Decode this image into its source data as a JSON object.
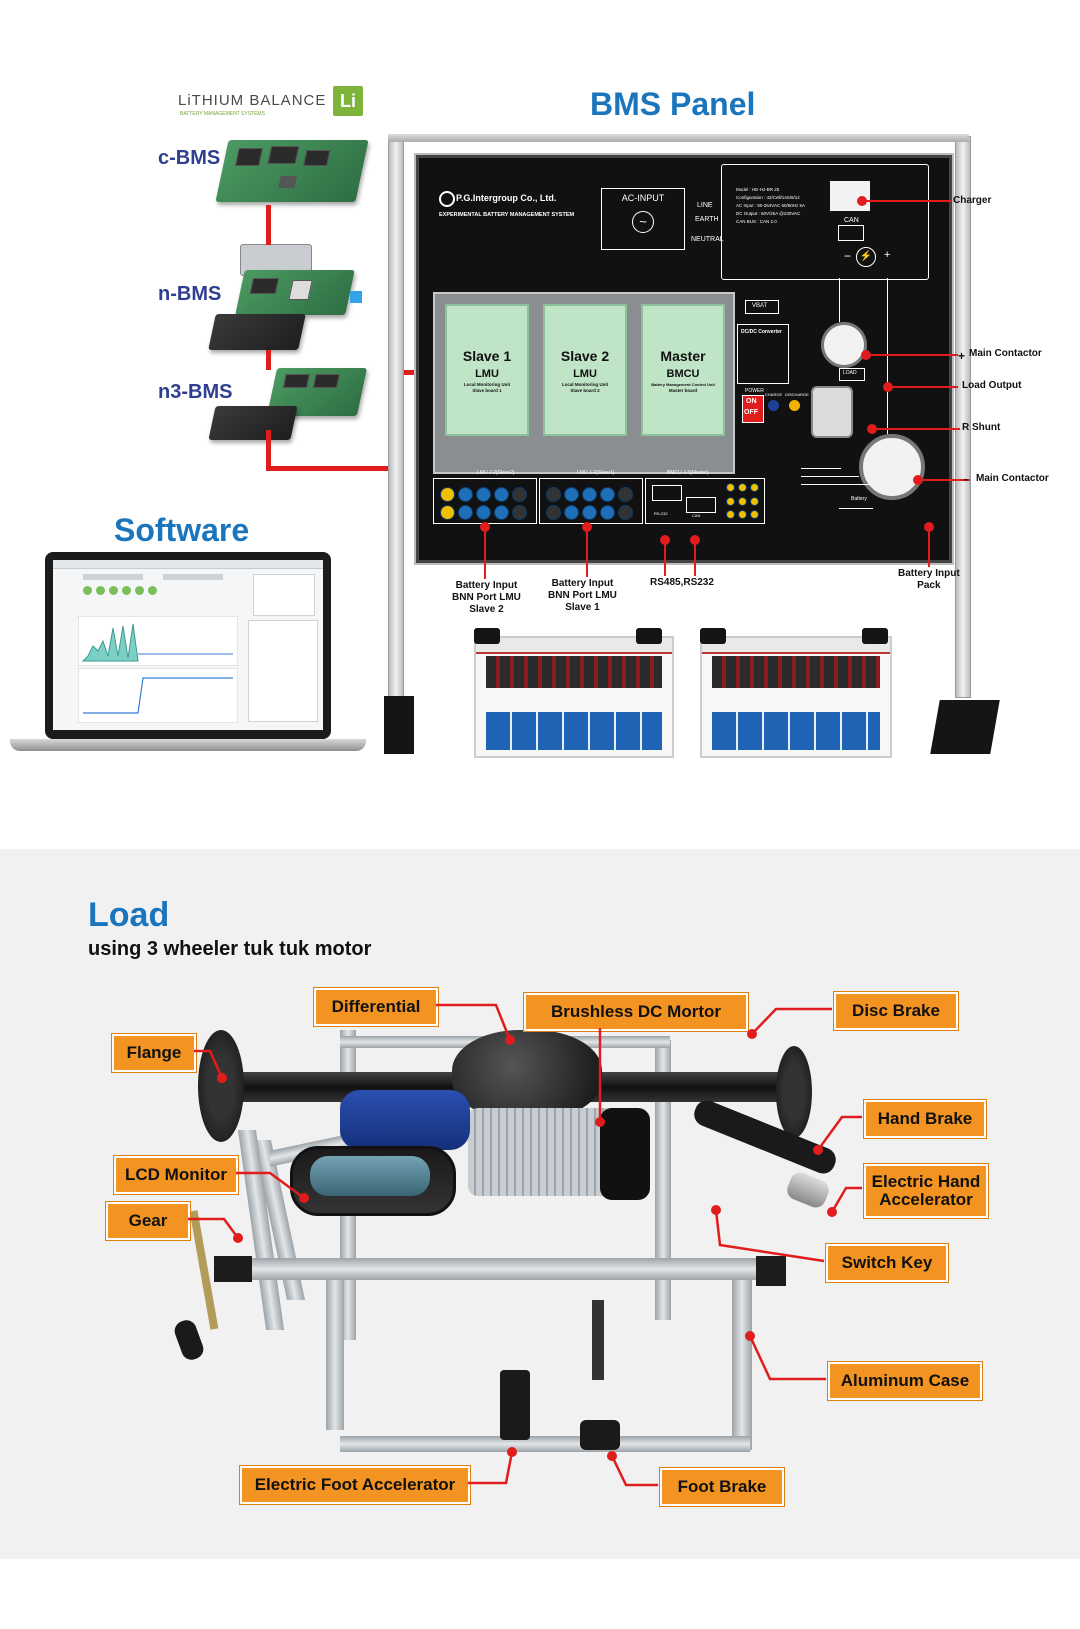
{
  "header": {
    "brand_name": "LiTHIUM BALANCE",
    "brand_tagline": "BATTERY MANAGEMENT SYSTEMS",
    "brand_logo_letters": "Li",
    "panel_title": "BMS Panel"
  },
  "bms_products": [
    "c-BMS",
    "n-BMS",
    "n3-BMS"
  ],
  "software": {
    "title": "Software"
  },
  "panel": {
    "company": "P.G.Intergroup Co., Ltd.",
    "system": "EXPERIMENTAL BATTERY MANAGEMENT SYSTEM",
    "ac_input": "AC-INPUT",
    "ac_terms": [
      "LINE",
      "EARTH",
      "NEUTRAL"
    ],
    "spec_lines": [
      "Model : HE-HJ-BR 25",
      "Configuration : 42/Cell/14S/6/12",
      "AC Input : 90-264VAC 50/60Hz 5A",
      "DC Output : 60V/25A @230VAC",
      "CAN BUS : CAN 2.0"
    ],
    "can_label": "CAN",
    "modules": [
      {
        "title": "Slave 1",
        "subtitle": "LMU",
        "desc": "Local Monitoring Unit",
        "desc2": "Slave board 1"
      },
      {
        "title": "Slave 2",
        "subtitle": "LMU",
        "desc": "Local Monitoring Unit",
        "desc2": "Slave board 2"
      },
      {
        "title": "Master",
        "subtitle": "BMCU",
        "desc": "Battery Management Control Unit",
        "desc2": "Master board"
      }
    ],
    "vbat": "VBAT",
    "dcdc": "DC/DC Converter",
    "power": "POWER",
    "on": "ON",
    "off": "OFF",
    "charge": "CHARGE",
    "discharge": "DISCHARGE",
    "load_box": "LOAD",
    "battery": "Battery",
    "connector_groups": [
      "LMU J-2(Slave2)",
      "LMU J-2(Slave1)",
      "BMCU J-3(Master)"
    ],
    "rs_ports": [
      "RS-232",
      "CAN"
    ]
  },
  "right_callouts": [
    "Charger",
    "Main Contactor",
    "Load Output",
    "R Shunt",
    "Main Contactor"
  ],
  "bottom_callouts": [
    "Battery Input\nBNN Port LMU\nSlave 2",
    "Battery Input\nBNN Port LMU\nSlave 1",
    "RS485,RS232",
    "Battery Input\nPack"
  ],
  "load": {
    "title": "Load",
    "subtitle": "using 3 wheeler tuk tuk motor",
    "labels": {
      "differential": "Differential",
      "brushless": "Brushless DC Mortor",
      "disc_brake": "Disc Brake",
      "flange": "Flange",
      "hand_brake": "Hand Brake",
      "lcd_monitor": "LCD Monitor",
      "electric_hand_accel": "Electric Hand\nAccelerator",
      "gear": "Gear",
      "switch_key": "Switch Key",
      "aluminum_case": "Aluminum Case",
      "electric_foot_accel": "Electric Foot Accelerator",
      "foot_brake": "Foot Brake"
    }
  },
  "colors": {
    "title_blue": "#1a75bc",
    "label_navy": "#2e3f8f",
    "callout_orange": "#f39321",
    "leader_red": "#e11c1c",
    "module_green": "#bfe4c6"
  }
}
